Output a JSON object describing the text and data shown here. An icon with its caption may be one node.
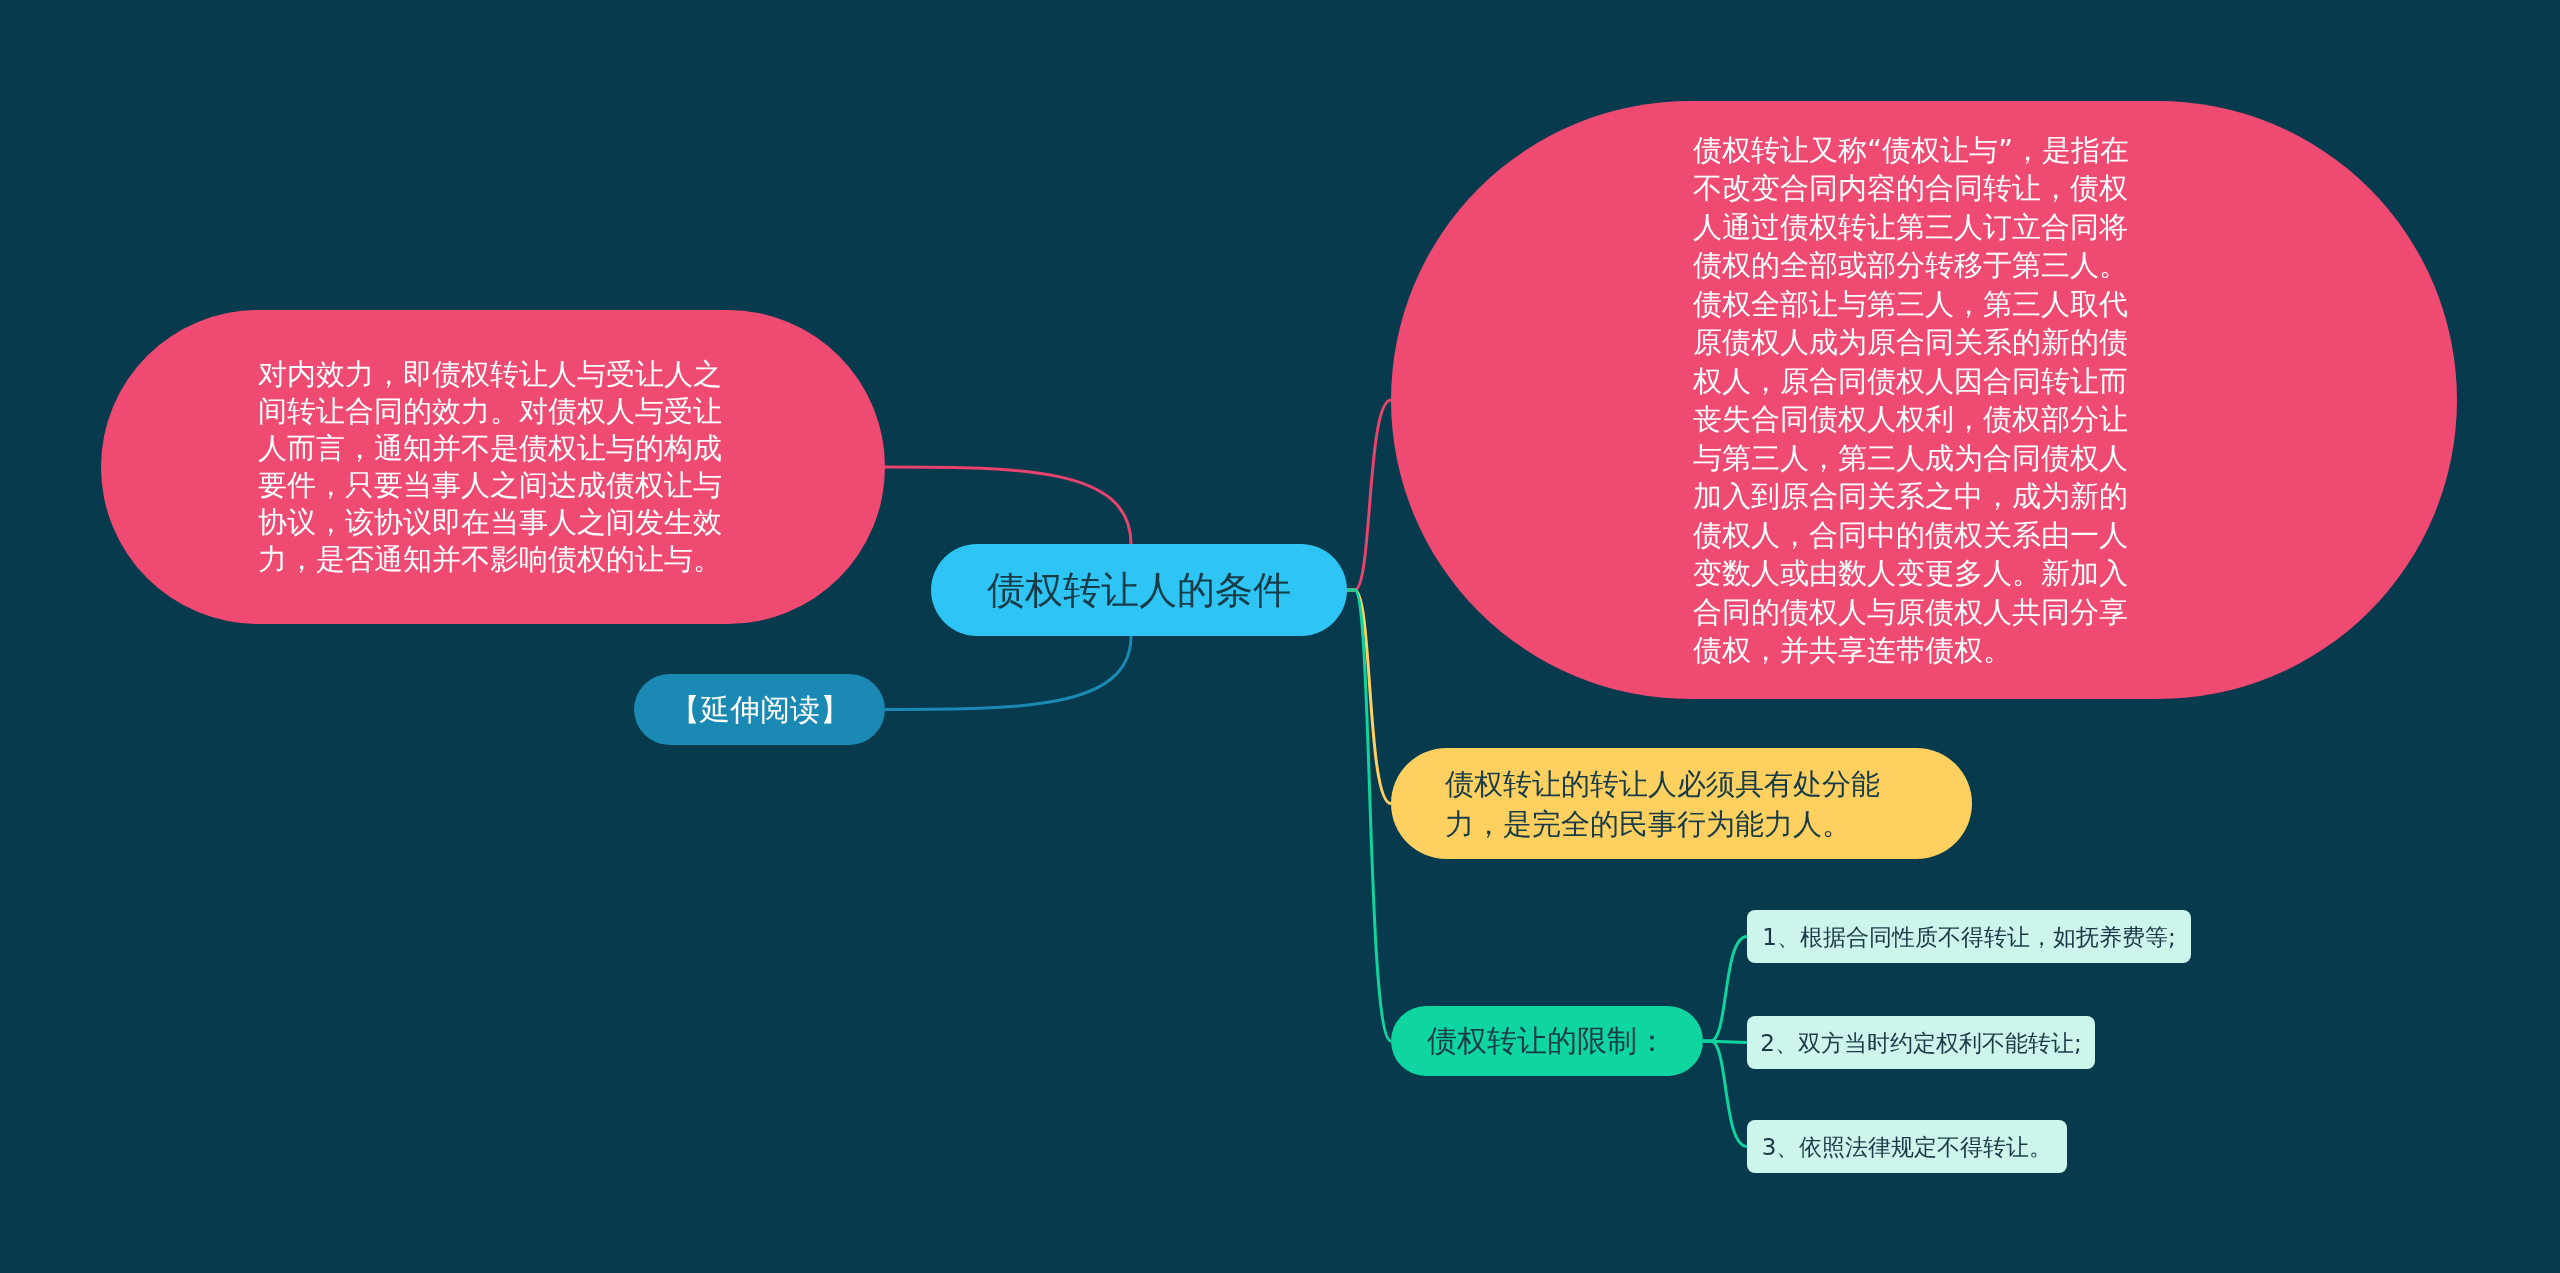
{
  "diagram": {
    "nodes": [
      {
        "text": [
          "债权转让人的条件"
        ]
      },
      {
        "text": [
          "对内效力，即债权转让人与受让人之间转让合同的效力。对债权人与受让人而言，通知并不是债权让与的构成要件，只要当事人之间达成债权让与协议，该协议即在当事人之间发生效力，是否通知并不影响债权的让与。"
        ]
      },
      {
        "text": [
          "债权转让又称“债权让与”，是指在不改变合同内容的合同转让，债权人通过债权转让第三人订立合同将债权的全部或部分转移于第三人。债权全部让与第三人，第三人取代原债权人成为原合同关系的新的债权人，原合同债权人因合同转让而丧失合同债权人权利，债权部分让与第三人，第三人成为合同债权人加入到原合同关系之中，成为新的债权人，合同中的债权关系由一人变数人或由数人变更多人。新加入合同的债权人与原债权人共同分享债权，并共享连带债权。"
        ]
      },
      {
        "text": [
          "【延伸阅读】"
        ]
      },
      {
        "text": [
          "债权转让的转让人必须具有处分能力，是完全的民事行为能力人。"
        ]
      },
      {
        "text": [
          "债权转让的限制："
        ]
      },
      {
        "text": [
          "1、根据合同性质不得转让，如抚养费等;"
        ]
      },
      {
        "text": [
          "2、双方当时约定权利不能转让;"
        ]
      },
      {
        "text": [
          "3、依照法律规定不得转让。"
        ]
      }
    ],
    "edges": [
      {
        "from": 0,
        "to": 1,
        "arrow": "none",
        "color": "#e8426e"
      },
      {
        "from": 0,
        "to": 2,
        "arrow": "none",
        "color": "#e8426e"
      },
      {
        "from": 0,
        "to": 3,
        "arrow": "none",
        "color": "#1a8ab4"
      },
      {
        "from": 0,
        "to": 4,
        "arrow": "none",
        "color": "#fdd060"
      },
      {
        "from": 0,
        "to": 5,
        "arrow": "none",
        "color": "#10d49e"
      },
      {
        "from": 5,
        "to": 6,
        "arrow": "none",
        "color": "#10d49e"
      },
      {
        "from": 5,
        "to": 7,
        "arrow": "none",
        "color": "#10d49e"
      },
      {
        "from": 5,
        "to": 8,
        "arrow": "none",
        "color": "#10d49e"
      }
    ]
  }
}
